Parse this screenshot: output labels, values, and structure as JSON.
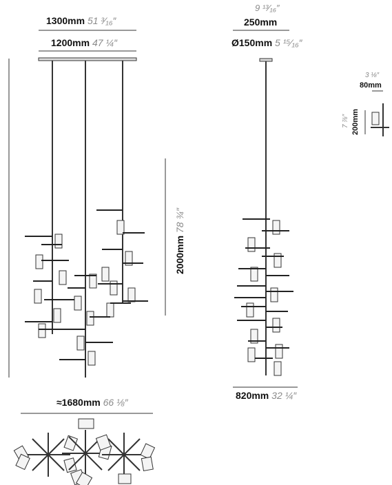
{
  "colors": {
    "ink": "#222222",
    "imperial": "#8a8a8a",
    "line": "#333333",
    "bg": "#ffffff"
  },
  "front_view": {
    "canopy_width": {
      "mm": "1300mm",
      "inch": "51 ³⁄₁₆″"
    },
    "rod_spacing": {
      "mm": "1200mm",
      "inch": "47 ¼″"
    },
    "height": {
      "mm": "2000mm",
      "inch": "78 ¾″"
    }
  },
  "side_view": {
    "canopy_width": {
      "mm": "250mm",
      "inch": "9 ¹³⁄₁₆″"
    },
    "canopy_diameter": {
      "mm": "Ø150mm",
      "inch": "5 ¹⁵⁄₁₆″"
    },
    "depth": {
      "mm": "820mm",
      "inch": "32 ¼″"
    }
  },
  "detail_view": {
    "width": {
      "mm": "80mm",
      "inch": "3 ⅛″"
    },
    "height": {
      "mm": "200mm",
      "inch": "7 ⅞″"
    }
  },
  "top_view": {
    "width": {
      "mm": "≈1680mm",
      "inch": "66 ⅛″"
    }
  }
}
